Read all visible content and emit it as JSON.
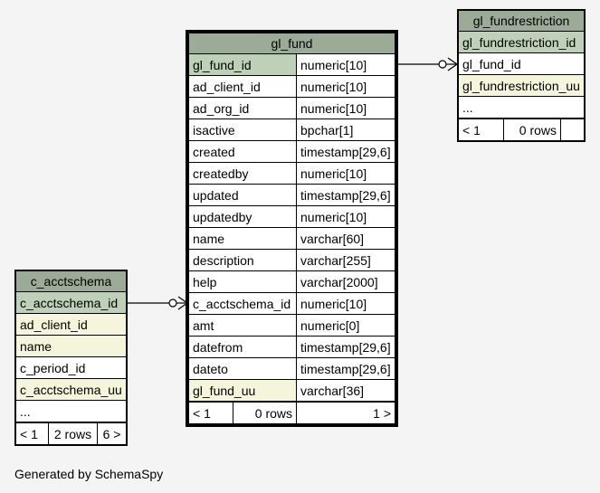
{
  "tables": {
    "gl_fund": {
      "name": "gl_fund",
      "columns": [
        {
          "name": "gl_fund_id",
          "type": "numeric[10]",
          "kind": "pk"
        },
        {
          "name": "ad_client_id",
          "type": "numeric[10]",
          "kind": "plain"
        },
        {
          "name": "ad_org_id",
          "type": "numeric[10]",
          "kind": "plain"
        },
        {
          "name": "isactive",
          "type": "bpchar[1]",
          "kind": "plain"
        },
        {
          "name": "created",
          "type": "timestamp[29,6]",
          "kind": "plain"
        },
        {
          "name": "createdby",
          "type": "numeric[10]",
          "kind": "plain"
        },
        {
          "name": "updated",
          "type": "timestamp[29,6]",
          "kind": "plain"
        },
        {
          "name": "updatedby",
          "type": "numeric[10]",
          "kind": "plain"
        },
        {
          "name": "name",
          "type": "varchar[60]",
          "kind": "plain"
        },
        {
          "name": "description",
          "type": "varchar[255]",
          "kind": "plain"
        },
        {
          "name": "help",
          "type": "varchar[2000]",
          "kind": "plain"
        },
        {
          "name": "c_acctschema_id",
          "type": "numeric[10]",
          "kind": "plain"
        },
        {
          "name": "amt",
          "type": "numeric[0]",
          "kind": "plain"
        },
        {
          "name": "datefrom",
          "type": "timestamp[29,6]",
          "kind": "plain"
        },
        {
          "name": "dateto",
          "type": "timestamp[29,6]",
          "kind": "plain"
        },
        {
          "name": "gl_fund_uu",
          "type": "varchar[36]",
          "kind": "fk"
        }
      ],
      "footer": {
        "parents": "< 1",
        "rows": "0 rows",
        "children": "1 >"
      }
    },
    "gl_fundrestriction": {
      "name": "gl_fundrestriction",
      "columns": [
        {
          "name": "gl_fundrestriction_id",
          "kind": "pk"
        },
        {
          "name": "gl_fund_id",
          "kind": "plain"
        },
        {
          "name": "gl_fundrestriction_uu",
          "kind": "fk"
        },
        {
          "name": "...",
          "kind": "plain"
        }
      ],
      "footer": {
        "parents": "< 1",
        "rows": "0 rows",
        "children": ""
      }
    },
    "c_acctschema": {
      "name": "c_acctschema",
      "columns": [
        {
          "name": "c_acctschema_id",
          "kind": "pk"
        },
        {
          "name": "ad_client_id",
          "kind": "fk"
        },
        {
          "name": "name",
          "kind": "fk"
        },
        {
          "name": "c_period_id",
          "kind": "plain"
        },
        {
          "name": "c_acctschema_uu",
          "kind": "fk"
        },
        {
          "name": "...",
          "kind": "plain"
        }
      ],
      "footer": {
        "parents": "< 1",
        "rows": "2 rows",
        "children": "6 >"
      }
    }
  },
  "credit": "Generated by SchemaSpy"
}
